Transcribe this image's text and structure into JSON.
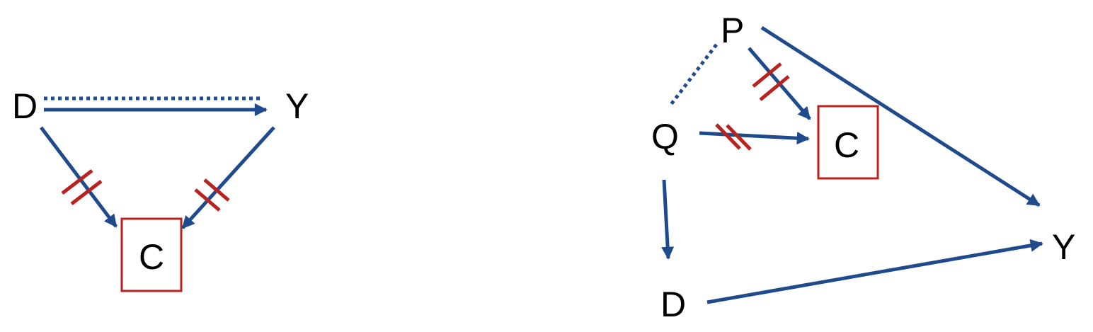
{
  "colors": {
    "arrow": "#1f4a8c",
    "cut_mark": "#b8231f",
    "box_border": "#b8231f",
    "text": "#000000",
    "background": "#ffffff"
  },
  "left_diagram": {
    "nodes": {
      "d": "D",
      "y": "Y",
      "c": "C"
    },
    "edges": [
      {
        "from": "D",
        "to": "Y",
        "style": "directed"
      },
      {
        "from": "D",
        "to": "Y",
        "style": "dotted"
      },
      {
        "from": "D",
        "to": "C",
        "style": "directed",
        "blocked": true
      },
      {
        "from": "Y",
        "to": "C",
        "style": "directed",
        "blocked": true
      }
    ],
    "conditioned_node": "C"
  },
  "right_diagram": {
    "nodes": {
      "p": "P",
      "q": "Q",
      "c": "C",
      "d": "D",
      "y": "Y"
    },
    "edges": [
      {
        "from": "P",
        "to": "Q",
        "style": "dotted"
      },
      {
        "from": "P",
        "to": "C",
        "style": "directed",
        "blocked": true
      },
      {
        "from": "Q",
        "to": "C",
        "style": "directed",
        "blocked": true
      },
      {
        "from": "P",
        "to": "Y",
        "style": "directed"
      },
      {
        "from": "Q",
        "to": "D",
        "style": "directed"
      },
      {
        "from": "D",
        "to": "Y",
        "style": "directed"
      }
    ],
    "conditioned_node": "C"
  }
}
